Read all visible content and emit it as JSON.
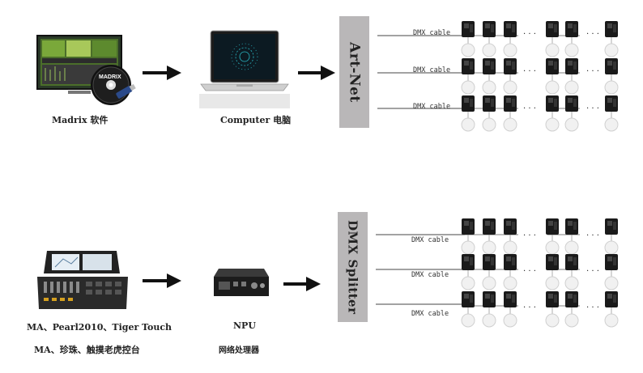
{
  "row1": {
    "source_caption": "Madrix 软件",
    "computer_caption": "Computer 电脑",
    "hub_label": "Art-Net",
    "software_logo": "MADRIX",
    "cables": [
      "DMX cable",
      "DMX cable",
      "DMX cable"
    ],
    "ellipsis": ". . ."
  },
  "row2": {
    "console_caption_line1": "MA、Pearl2010、Tiger Touch",
    "console_caption_line2": "MA、珍珠、触摸老虎控台",
    "npu_caption_line1": "NPU",
    "npu_caption_line2": "网络处理器",
    "hub_label": "DMX Splitter",
    "cables": [
      "DMX cable",
      "DMX cable",
      "DMX cable"
    ],
    "ellipsis": ". . ."
  },
  "colors": {
    "hub_bg": "#b9b7b8",
    "arrow": "#111111",
    "fixture": "#1a1a1a"
  },
  "icons": [
    "monitor-icon",
    "disc-icon",
    "usb-dongle-icon",
    "laptop-icon",
    "lighting-console-icon",
    "npu-box-icon",
    "arrow-right-icon",
    "kinetic-fixture-icon",
    "light-ball-icon"
  ]
}
